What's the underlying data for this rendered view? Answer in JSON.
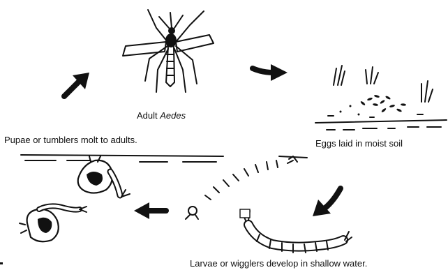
{
  "labels": {
    "adult_prefix": "Adult ",
    "adult_species": "Aedes",
    "eggs": "Eggs laid in moist soil",
    "larvae": "Larvae or wigglers develop in shallow water.",
    "pupae": "Pupae or tumblers molt to adults."
  },
  "stages": [
    "adult",
    "eggs",
    "larvae",
    "pupae"
  ],
  "cycle_arrows": [
    "adult-to-eggs",
    "eggs-to-larvae",
    "larvae-to-pupae",
    "pupae-to-adult"
  ],
  "colors": {
    "ink": "#111111",
    "background": "#ffffff"
  }
}
